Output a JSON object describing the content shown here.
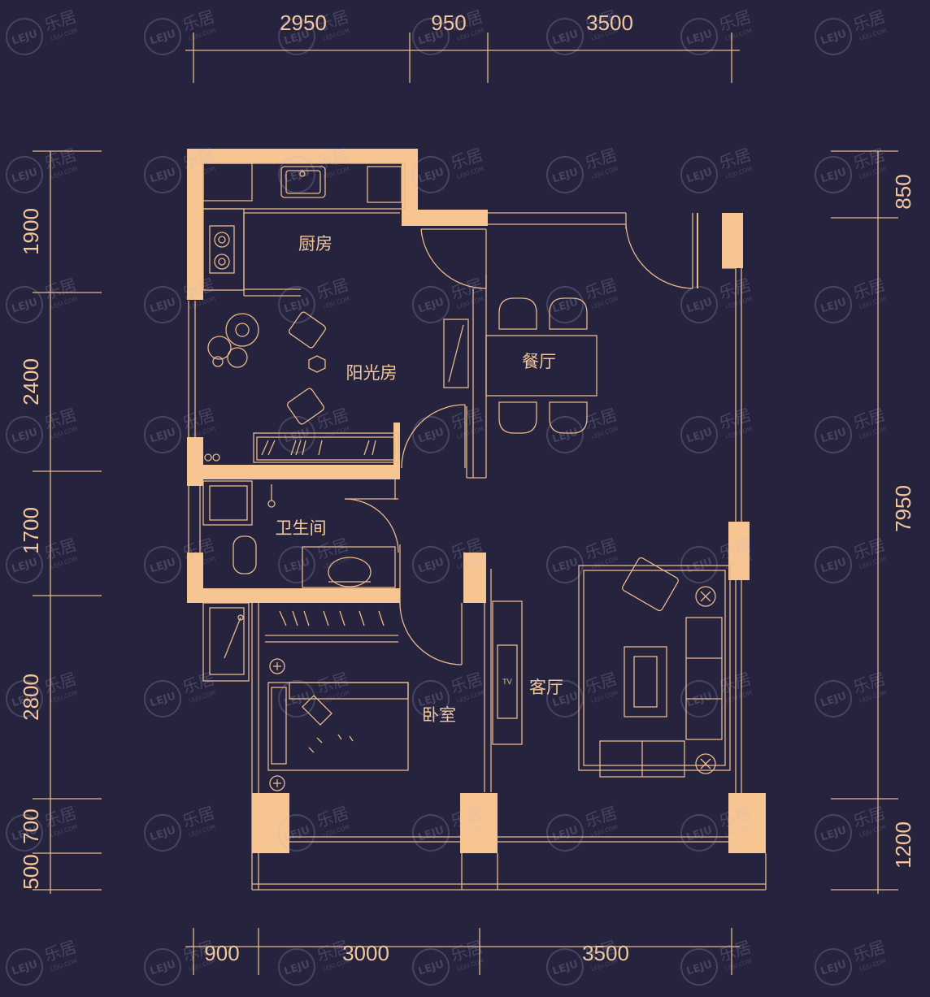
{
  "rooms": {
    "kitchen": "厨房",
    "sunroom": "阳光房",
    "dining": "餐厅",
    "bathroom": "卫生间",
    "living": "客厅",
    "bedroom": "卧室"
  },
  "dimensions": {
    "top": [
      "2950",
      "950",
      "3500"
    ],
    "bottom": [
      "900",
      "3000",
      "3500"
    ],
    "left": [
      "1900",
      "2400",
      "1700",
      "2800",
      "700",
      "500"
    ],
    "right": [
      "850",
      "7950",
      "1200"
    ]
  },
  "tv_label": "TV",
  "watermark": {
    "brand": "乐居",
    "logo": "LEJU",
    "sub": "LEJU.COM"
  },
  "colors": {
    "background": "#26233f",
    "wall": "#f7c592",
    "line": "#e8b98a"
  }
}
